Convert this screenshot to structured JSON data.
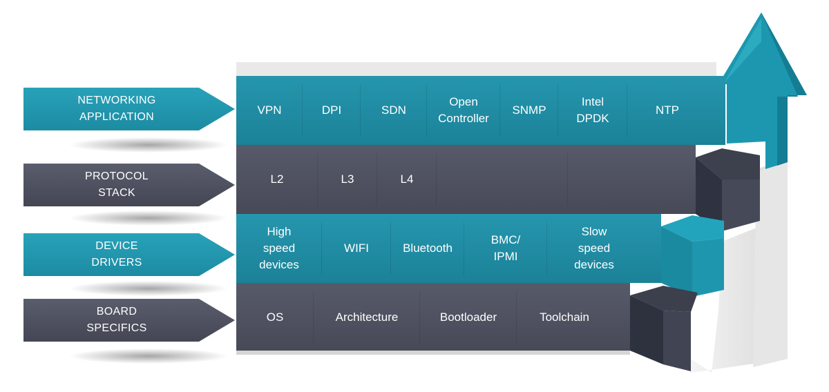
{
  "colors": {
    "teal": "#1e8aa3",
    "teal_light": "#23a7be",
    "slate": "#4f5261",
    "slate_dark": "#3a3c48"
  },
  "layers": [
    {
      "label": "NETWORKING\nAPPLICATION",
      "color": "teal",
      "items": [
        "VPN",
        "DPI",
        "SDN",
        "Open\nController",
        "SNMP",
        "Intel\nDPDK",
        "NTP"
      ]
    },
    {
      "label": "PROTOCOL\nSTACK",
      "color": "slate",
      "items": [
        "L2",
        "L3",
        "L4"
      ]
    },
    {
      "label": "DEVICE\nDRIVERS",
      "color": "teal",
      "items": [
        "High\nspeed\ndevices",
        "WIFI",
        "Bluetooth",
        "BMC/\nIPMI",
        "Slow\nspeed\ndevices"
      ]
    },
    {
      "label": "BOARD\nSPECIFICS",
      "color": "slate",
      "items": [
        "OS",
        "Architecture",
        "Bootloader",
        "Toolchain"
      ]
    }
  ]
}
